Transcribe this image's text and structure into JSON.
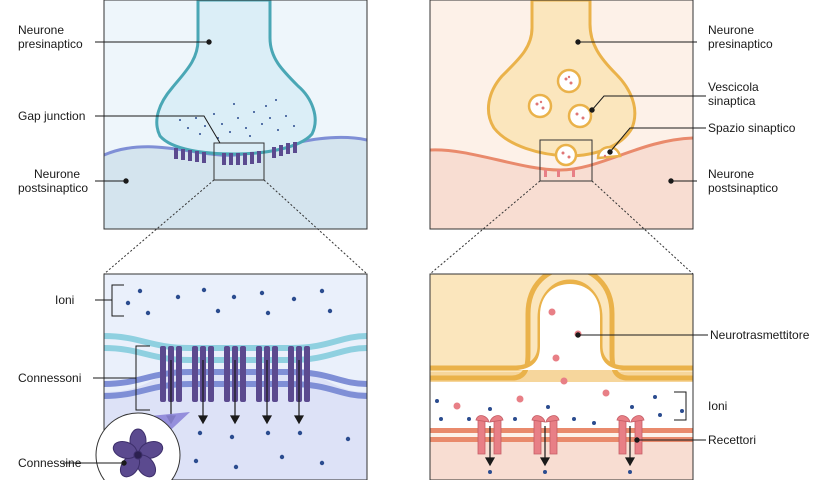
{
  "labels": {
    "electrical": {
      "presynaptic_line1": "Neurone",
      "presynaptic_line2": "presinaptico",
      "gap_junction": "Gap junction",
      "postsynaptic_line1": "Neurone",
      "postsynaptic_line2": "postsinaptico",
      "ions": "Ioni",
      "connexons": "Connessoni",
      "connexins": "Connessine"
    },
    "chemical": {
      "presynaptic_line1": "Neurone",
      "presynaptic_line2": "presinaptico",
      "vesicle_line1": "Vescicola",
      "vesicle_line2": "sinaptica",
      "synaptic_space": "Spazio sinaptico",
      "postsynaptic_line1": "Neurone",
      "postsynaptic_line2": "postsinaptico",
      "neurotransmitter": "Neurotrasmettitore",
      "ions": "Ioni",
      "receptors": "Recettori"
    }
  },
  "colors": {
    "elec_pre_fill": "#dbeef7",
    "elec_pre_stroke": "#4aa7b5",
    "elec_post_fill": "#d4e4ee",
    "elec_post_membrane": "#7f8fd6",
    "connexon": "#5b4a8f",
    "chem_pre_fill": "#fbe6bd",
    "chem_pre_stroke": "#eab24a",
    "chem_post_fill": "#f8ddd2",
    "chem_post_membrane": "#e98a6c",
    "vesicle_dot": "#e07676",
    "receptor": "#e87f86",
    "ion": "#2b4c8f",
    "line": "#222222"
  }
}
